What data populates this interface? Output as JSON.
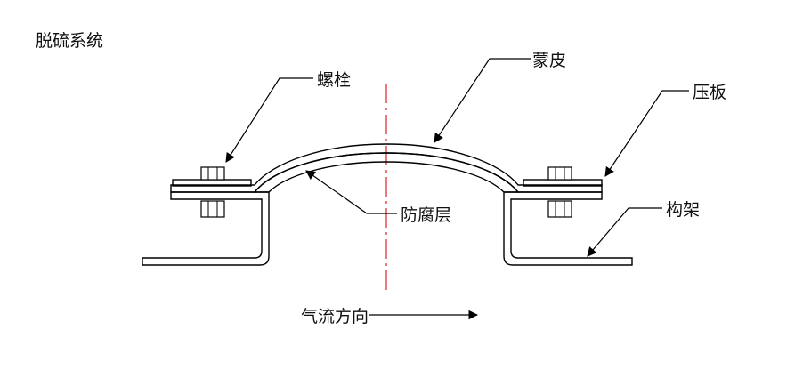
{
  "title": "脱硫系统",
  "labels": {
    "bolt": "螺栓",
    "skin": "蒙皮",
    "plate": "压板",
    "anticorrosion": "防腐层",
    "frame": "构架",
    "airflow": "气流方向"
  },
  "colors": {
    "frame": "#3cc83c",
    "skin": "#f08a1a",
    "plate": "#c832c8",
    "edge": "#000000",
    "centerline": "#e02020"
  }
}
